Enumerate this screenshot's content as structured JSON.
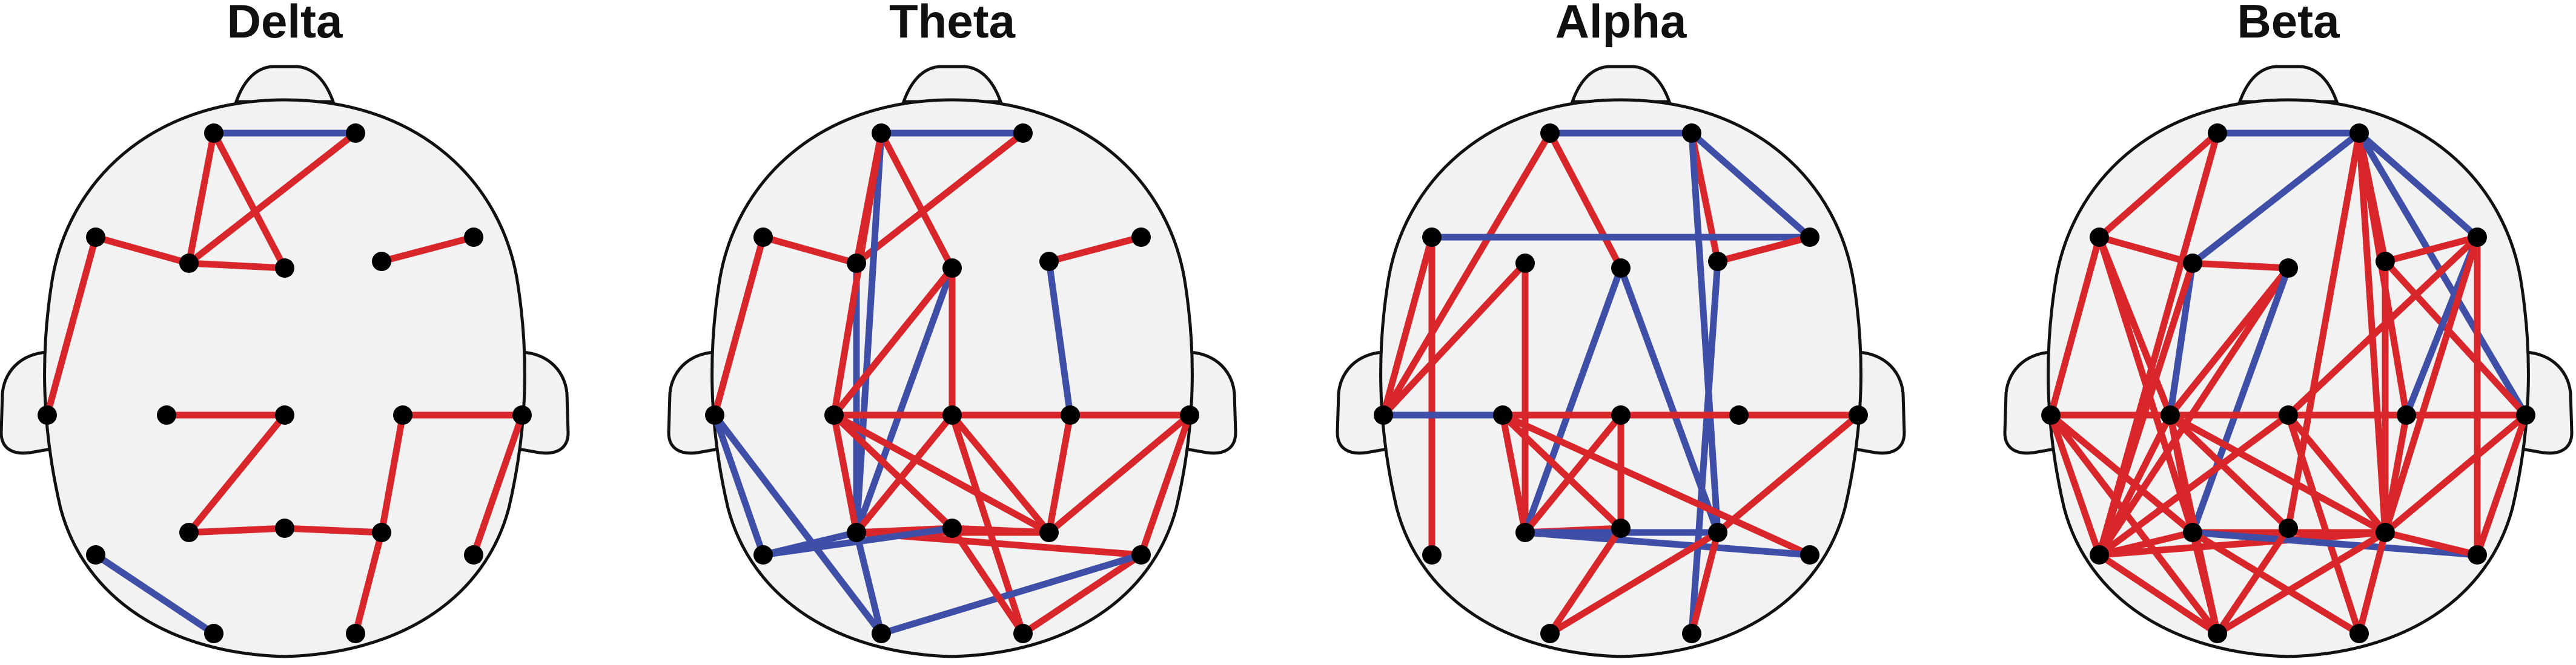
{
  "colors": {
    "positive_edge": "#d8262b",
    "negative_edge": "#3f4fa8",
    "node": "#000000",
    "scalp": "#f2f2f2"
  },
  "panels": [
    {
      "title": "Delta",
      "edges": [
        [
          "Fp1",
          "Fp2",
          "blue"
        ],
        [
          "Fp1",
          "F3",
          "red"
        ],
        [
          "Fp1",
          "Fz",
          "red"
        ],
        [
          "Fp2",
          "F3",
          "red"
        ],
        [
          "F7",
          "F3",
          "red"
        ],
        [
          "F3",
          "Fz",
          "red"
        ],
        [
          "F7",
          "T3",
          "red"
        ],
        [
          "F4",
          "F8",
          "red"
        ],
        [
          "C3",
          "Cz",
          "red"
        ],
        [
          "Cz",
          "P3",
          "red"
        ],
        [
          "P3",
          "Pz",
          "red"
        ],
        [
          "Pz",
          "P4",
          "red"
        ],
        [
          "C4",
          "T4",
          "red"
        ],
        [
          "C4",
          "P4",
          "red"
        ],
        [
          "P4",
          "O2",
          "red"
        ],
        [
          "T4",
          "T6",
          "red"
        ],
        [
          "T5",
          "O1",
          "blue"
        ]
      ]
    },
    {
      "title": "Theta",
      "edges": [
        [
          "Fp1",
          "Fp2",
          "blue"
        ],
        [
          "Fp1",
          "F3",
          "red"
        ],
        [
          "Fp1",
          "Fz",
          "red"
        ],
        [
          "Fp2",
          "F3",
          "red"
        ],
        [
          "F7",
          "F3",
          "red"
        ],
        [
          "F7",
          "T3",
          "red"
        ],
        [
          "F4",
          "F8",
          "red"
        ],
        [
          "F4",
          "C4",
          "blue"
        ],
        [
          "Fp1",
          "P3",
          "blue"
        ],
        [
          "F3",
          "P3",
          "blue"
        ],
        [
          "Fz",
          "P3",
          "blue"
        ],
        [
          "Fz",
          "C3",
          "red"
        ],
        [
          "Fz",
          "Cz",
          "red"
        ],
        [
          "Fp1",
          "C3",
          "red"
        ],
        [
          "C3",
          "P3",
          "red"
        ],
        [
          "C3",
          "T4",
          "red"
        ],
        [
          "C3",
          "Pz",
          "red"
        ],
        [
          "C3",
          "P4",
          "red"
        ],
        [
          "T3",
          "T5",
          "blue"
        ],
        [
          "T3",
          "O1",
          "blue"
        ],
        [
          "Cz",
          "P4",
          "red"
        ],
        [
          "Cz",
          "O2",
          "red"
        ],
        [
          "Cz",
          "P3",
          "red"
        ],
        [
          "C4",
          "P4",
          "red"
        ],
        [
          "T4",
          "P4",
          "red"
        ],
        [
          "T4",
          "T6",
          "red"
        ],
        [
          "T6",
          "O2",
          "red"
        ],
        [
          "P3",
          "Pz",
          "red"
        ],
        [
          "Pz",
          "P4",
          "red"
        ],
        [
          "P3",
          "P4",
          "red"
        ],
        [
          "P3",
          "T6",
          "red"
        ],
        [
          "T5",
          "Pz",
          "blue"
        ],
        [
          "T5",
          "P3",
          "blue"
        ],
        [
          "P3",
          "O1",
          "blue"
        ],
        [
          "O1",
          "T6",
          "blue"
        ],
        [
          "Pz",
          "O2",
          "red"
        ]
      ]
    },
    {
      "title": "Alpha",
      "edges": [
        [
          "Fp1",
          "Fp2",
          "blue"
        ],
        [
          "Fp1",
          "T3",
          "red"
        ],
        [
          "Fp1",
          "Fz",
          "red"
        ],
        [
          "Fp2",
          "F8",
          "blue"
        ],
        [
          "Fp2",
          "F4",
          "red"
        ],
        [
          "Fp2",
          "P4",
          "blue"
        ],
        [
          "F7",
          "F8",
          "blue"
        ],
        [
          "F7",
          "T3",
          "red"
        ],
        [
          "F7",
          "T5",
          "red"
        ],
        [
          "F3",
          "T3",
          "red"
        ],
        [
          "F3",
          "P3",
          "red"
        ],
        [
          "F4",
          "F8",
          "red"
        ],
        [
          "F4",
          "O2",
          "blue"
        ],
        [
          "Fz",
          "P3",
          "blue"
        ],
        [
          "Fz",
          "P4",
          "blue"
        ],
        [
          "T3",
          "T4",
          "red"
        ],
        [
          "T3",
          "C3",
          "blue"
        ],
        [
          "C3",
          "P3",
          "red"
        ],
        [
          "C3",
          "Pz",
          "red"
        ],
        [
          "C3",
          "T6",
          "red"
        ],
        [
          "Cz",
          "Pz",
          "red"
        ],
        [
          "Cz",
          "P3",
          "red"
        ],
        [
          "T4",
          "P4",
          "red"
        ],
        [
          "P3",
          "Pz",
          "red"
        ],
        [
          "P3",
          "P4",
          "blue"
        ],
        [
          "P3",
          "T6",
          "blue"
        ],
        [
          "Pz",
          "O1",
          "red"
        ],
        [
          "P4",
          "O1",
          "red"
        ],
        [
          "P4",
          "O2",
          "red"
        ]
      ]
    },
    {
      "title": "Beta",
      "edges": [
        [
          "Fp1",
          "Fp2",
          "blue"
        ],
        [
          "Fp1",
          "F7",
          "red"
        ],
        [
          "Fp1",
          "T5",
          "red"
        ],
        [
          "Fp2",
          "F3",
          "blue"
        ],
        [
          "Fp2",
          "F4",
          "red"
        ],
        [
          "Fp2",
          "F8",
          "blue"
        ],
        [
          "Fp2",
          "C4",
          "red"
        ],
        [
          "Fp2",
          "T4",
          "blue"
        ],
        [
          "Fp2",
          "Pz",
          "red"
        ],
        [
          "Fp2",
          "P4",
          "red"
        ],
        [
          "F7",
          "F3",
          "red"
        ],
        [
          "F7",
          "T3",
          "red"
        ],
        [
          "F7",
          "C3",
          "red"
        ],
        [
          "F7",
          "P3",
          "red"
        ],
        [
          "F3",
          "Fz",
          "red"
        ],
        [
          "F3",
          "C3",
          "blue"
        ],
        [
          "F3",
          "T5",
          "red"
        ],
        [
          "Fz",
          "C3",
          "red"
        ],
        [
          "Fz",
          "T5",
          "red"
        ],
        [
          "Fz",
          "P3",
          "blue"
        ],
        [
          "F4",
          "F8",
          "red"
        ],
        [
          "F4",
          "T4",
          "red"
        ],
        [
          "F4",
          "P4",
          "red"
        ],
        [
          "F8",
          "C4",
          "blue"
        ],
        [
          "F8",
          "Cz",
          "red"
        ],
        [
          "F8",
          "P4",
          "red"
        ],
        [
          "F8",
          "T6",
          "red"
        ],
        [
          "T3",
          "C3",
          "red"
        ],
        [
          "T3",
          "P3",
          "red"
        ],
        [
          "T3",
          "T5",
          "red"
        ],
        [
          "T3",
          "O1",
          "red"
        ],
        [
          "C3",
          "Cz",
          "blue"
        ],
        [
          "C3",
          "C4",
          "red"
        ],
        [
          "C3",
          "T4",
          "red"
        ],
        [
          "C3",
          "T5",
          "red"
        ],
        [
          "C3",
          "P3",
          "red"
        ],
        [
          "C3",
          "Pz",
          "red"
        ],
        [
          "C3",
          "P4",
          "red"
        ],
        [
          "C3",
          "O1",
          "red"
        ],
        [
          "Cz",
          "T5",
          "red"
        ],
        [
          "Cz",
          "P4",
          "red"
        ],
        [
          "Cz",
          "O2",
          "red"
        ],
        [
          "C4",
          "P4",
          "red"
        ],
        [
          "T4",
          "P4",
          "red"
        ],
        [
          "T4",
          "T6",
          "red"
        ],
        [
          "T5",
          "P3",
          "red"
        ],
        [
          "T5",
          "P4",
          "red"
        ],
        [
          "T5",
          "O1",
          "red"
        ],
        [
          "P3",
          "P4",
          "red"
        ],
        [
          "P3",
          "T6",
          "blue"
        ],
        [
          "P3",
          "O1",
          "red"
        ],
        [
          "P3",
          "O2",
          "red"
        ],
        [
          "Pz",
          "O1",
          "red"
        ],
        [
          "P4",
          "O1",
          "red"
        ],
        [
          "P4",
          "O2",
          "red"
        ],
        [
          "P4",
          "T6",
          "red"
        ]
      ]
    }
  ]
}
